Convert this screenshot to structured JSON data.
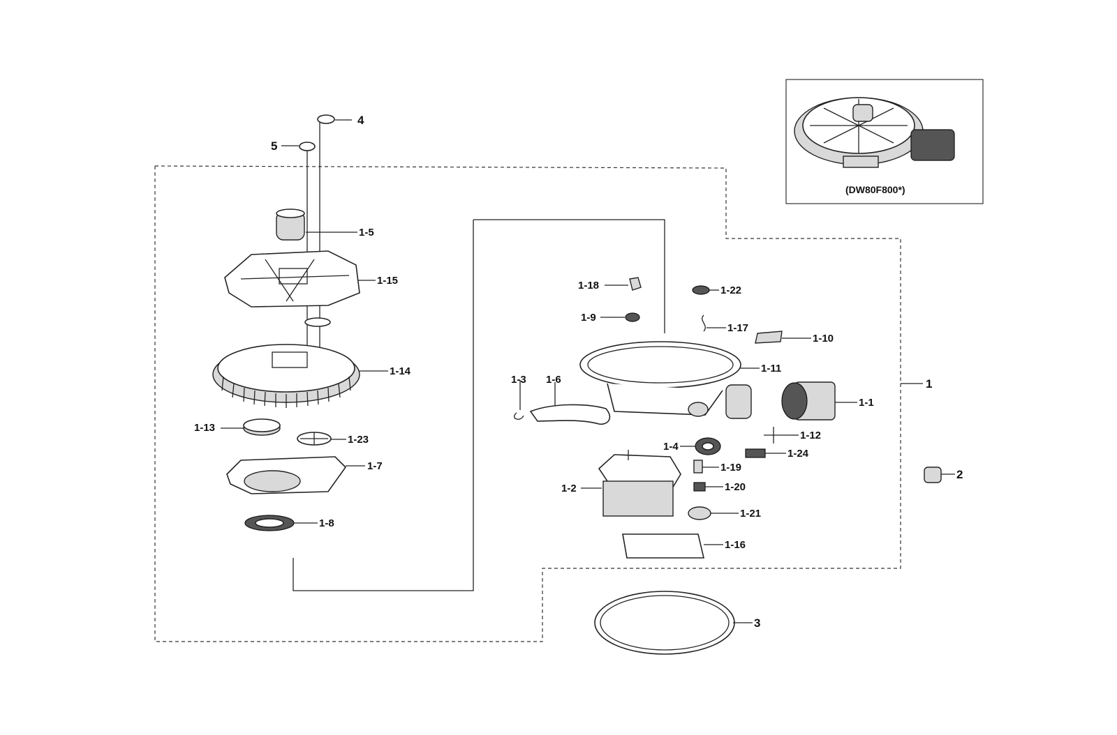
{
  "inset": {
    "caption": "(DW80F800*)"
  },
  "labels": {
    "p1": "1",
    "p2": "2",
    "p3": "3",
    "p4": "4",
    "p5": "5",
    "p1_1": "1-1",
    "p1_2": "1-2",
    "p1_3": "1-3",
    "p1_4": "1-4",
    "p1_5": "1-5",
    "p1_6": "1-6",
    "p1_7": "1-7",
    "p1_8": "1-8",
    "p1_9": "1-9",
    "p1_10": "1-10",
    "p1_11": "1-11",
    "p1_12": "1-12",
    "p1_13": "1-13",
    "p1_14": "1-14",
    "p1_15": "1-15",
    "p1_16": "1-16",
    "p1_17": "1-17",
    "p1_18": "1-18",
    "p1_19": "1-19",
    "p1_20": "1-20",
    "p1_21": "1-21",
    "p1_22": "1-22",
    "p1_23": "1-23",
    "p1_24": "1-24"
  }
}
